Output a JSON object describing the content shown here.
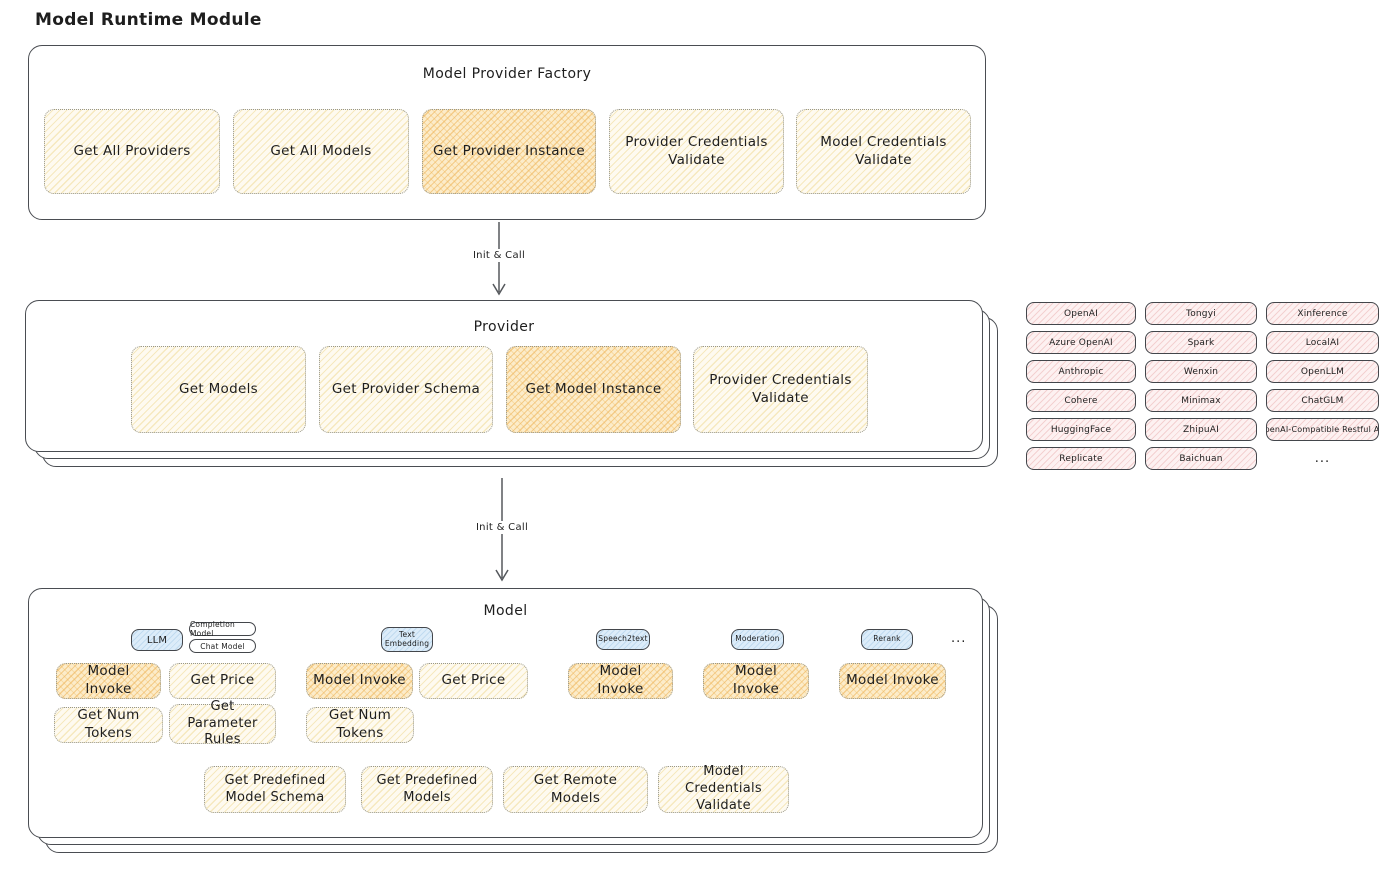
{
  "title": "Model Runtime Module",
  "colors": {
    "highlight_yellow": "#fcecca",
    "light_yellow": "#fefaf0",
    "plugin_pink": "#fdf1f1",
    "type_blue": "#dcecf9",
    "border_dark": "#43464b"
  },
  "factory": {
    "title": "Model Provider Factory",
    "methods": [
      {
        "label": "Get All Providers",
        "highlighted": false
      },
      {
        "label": "Get All Models",
        "highlighted": false
      },
      {
        "label": "Get Provider Instance",
        "highlighted": true
      },
      {
        "label": "Provider Credentials Validate",
        "highlighted": false
      },
      {
        "label": "Model Credentials Validate",
        "highlighted": false
      }
    ]
  },
  "flow": {
    "arrow1_label": "Init & Call",
    "arrow2_label": "Init & Call"
  },
  "provider": {
    "title": "Provider",
    "methods": [
      {
        "label": "Get Models",
        "highlighted": false
      },
      {
        "label": "Get Provider Schema",
        "highlighted": false
      },
      {
        "label": "Get Model Instance",
        "highlighted": true
      },
      {
        "label": "Provider Credentials Validate",
        "highlighted": false
      }
    ]
  },
  "providers": {
    "items": [
      "OpenAI",
      "Tongyi",
      "Xinference",
      "Azure OpenAI",
      "Spark",
      "LocalAI",
      "Anthropic",
      "Wenxin",
      "OpenLLM",
      "Cohere",
      "Minimax",
      "ChatGLM",
      "HuggingFace",
      "ZhipuAI",
      "OpenAI-Compatible Restful API",
      "Replicate",
      "Baichuan"
    ],
    "more_label": "..."
  },
  "model": {
    "title": "Model",
    "types": {
      "llm": "LLM",
      "completion_model": "Completion Model",
      "chat_model": "Chat Model",
      "text_embedding": "Text Embedding",
      "speech2text": "Speech2text",
      "moderation": "Moderation",
      "rerank": "Rerank",
      "more": "..."
    },
    "llm": {
      "invoke": "Model Invoke",
      "get_price": "Get Price",
      "get_num_tokens": "Get Num Tokens",
      "get_parameter_rules": "Get Parameter Rules"
    },
    "text_embedding": {
      "invoke": "Model Invoke",
      "get_price": "Get Price",
      "get_num_tokens": "Get Num Tokens"
    },
    "speech2text": {
      "invoke": "Model Invoke"
    },
    "moderation": {
      "invoke": "Model Invoke"
    },
    "rerank": {
      "invoke": "Model Invoke"
    },
    "shared": {
      "get_predefined_model_schema": "Get Predefined Model Schema",
      "get_predefined_models": "Get Predefined Models",
      "get_remote_models": "Get Remote Models",
      "model_credentials_validate": "Model Credentials Validate"
    }
  }
}
